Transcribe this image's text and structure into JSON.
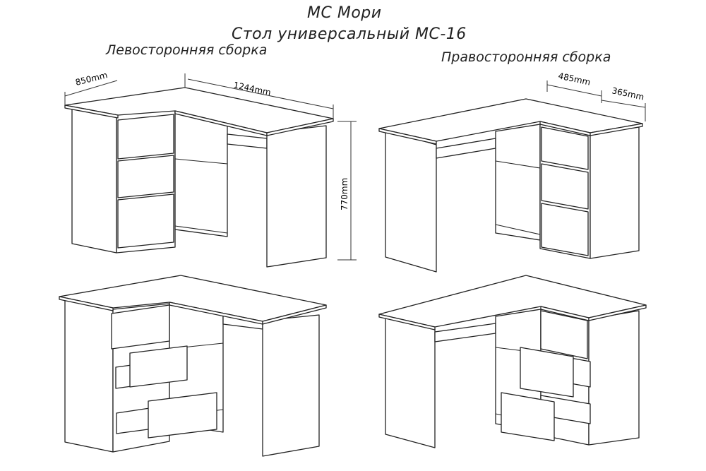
{
  "header": {
    "brand": "МС Мори",
    "product": "Стол универсальный МС-16"
  },
  "labels": {
    "left_assembly": "Левосторонняя сборка",
    "right_assembly": "Правосторонняя сборка"
  },
  "dimensions": {
    "d850": "850mm",
    "d1244": "1244mm",
    "d770": "770mm",
    "d485": "485mm",
    "d365": "365mm"
  }
}
